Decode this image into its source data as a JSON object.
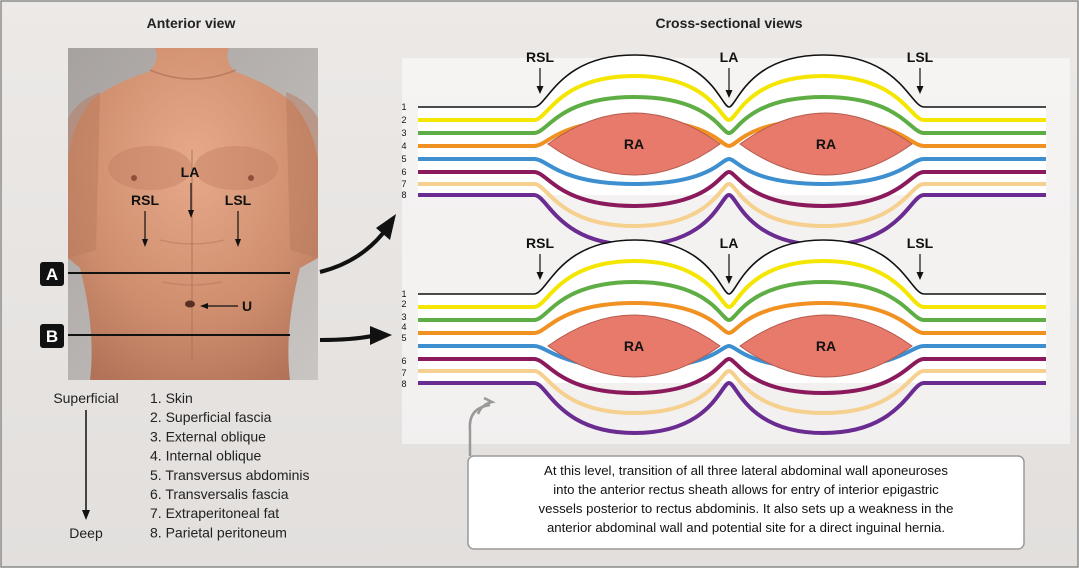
{
  "titles": {
    "anterior": "Anterior view",
    "cross": "Cross-sectional views"
  },
  "photo_labels": {
    "la": "LA",
    "rsl": "RSL",
    "lsl": "LSL",
    "u": "U"
  },
  "levels": {
    "a": "A",
    "b": "B"
  },
  "section_labels": {
    "rsl": "RSL",
    "la": "LA",
    "lsl": "LSL",
    "ra": "RA"
  },
  "layer_numbers": [
    "1",
    "2",
    "3",
    "4",
    "5",
    "6",
    "7",
    "8"
  ],
  "depth": {
    "superficial": "Superficial",
    "deep": "Deep"
  },
  "layers": [
    "1. Skin",
    "2. Superficial fascia",
    "3. External oblique",
    "4. Internal oblique",
    "5. Transversus abdominis",
    "6. Transversalis fascia",
    "7. Extraperitoneal fat",
    "8. Parietal peritoneum"
  ],
  "layer_colors": {
    "skin": "#111111",
    "superficial_fascia": "#f4e600",
    "external_oblique": "#5fae45",
    "internal_oblique": "#f09122",
    "transversus_abdominis": "#3d8fcf",
    "transversalis_fascia": "#8b1a5c",
    "extraperitoneal_fat": "#f6d08e",
    "parietal_peritoneum": "#6a2c91",
    "rectus_abdominis": "#e87a6c"
  },
  "note": [
    "At this level, transition of all three lateral abdominal wall aponeuroses",
    "into the anterior rectus sheath allows for entry of interior epigastric",
    "vessels posterior to rectus abdominis. It also sets up a weakness in the",
    "anterior abdominal wall and potential site for a direct inguinal hernia."
  ]
}
